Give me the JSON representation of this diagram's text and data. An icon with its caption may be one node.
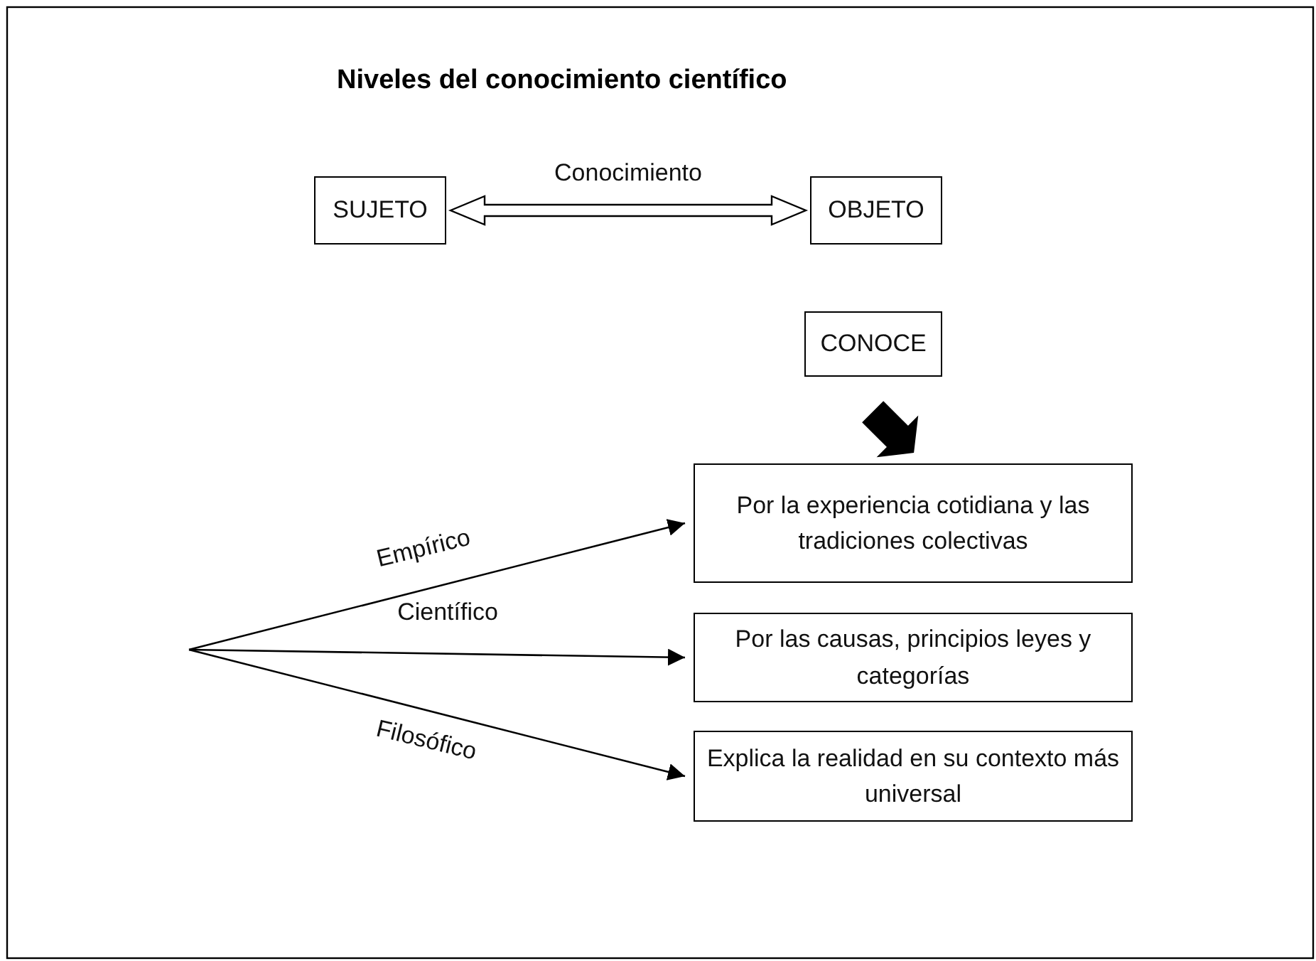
{
  "diagram": {
    "title": "Niveles del conocimiento científico",
    "nodes": [
      {
        "text": [
          "SUJETO"
        ]
      },
      {
        "text": [
          "OBJETO"
        ]
      },
      {
        "text": [
          "CONOCE"
        ]
      },
      {
        "text": [
          "Por la experiencia cotidiana y las tradiciones colectivas"
        ]
      },
      {
        "text": [
          "Por las causas, principios leyes y categorías"
        ]
      },
      {
        "text": [
          "Explica la realidad en su contexto más universal"
        ]
      }
    ],
    "edges": [
      {
        "from": 0,
        "to": 1,
        "arrow": "both",
        "label": "Conocimiento",
        "style": "thick"
      },
      {
        "from": 2,
        "to": 3,
        "arrow": "to",
        "style": "thick"
      },
      {
        "from": null,
        "to": 3,
        "arrow": "to",
        "label": "Empírico"
      },
      {
        "from": null,
        "to": 4,
        "arrow": "to",
        "label": "Científico"
      },
      {
        "from": null,
        "to": 5,
        "arrow": "to",
        "label": "Filosófico"
      }
    ]
  }
}
